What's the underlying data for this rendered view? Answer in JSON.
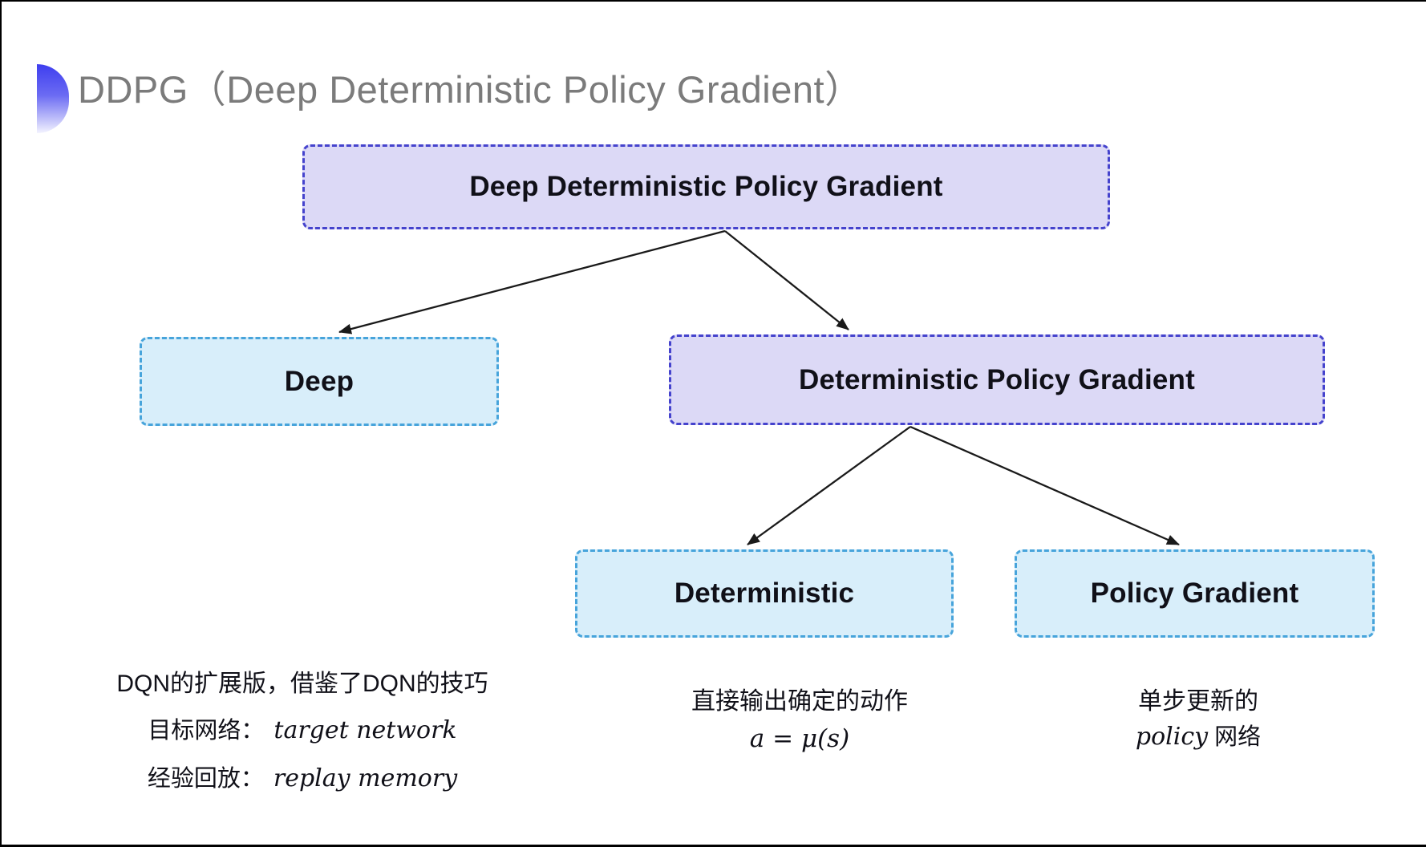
{
  "title": "DDPG（Deep Deterministic Policy Gradient）",
  "nodes": {
    "root": {
      "label": "Deep Deterministic Policy Gradient"
    },
    "deep": {
      "label": "Deep"
    },
    "dpg": {
      "label": "Deterministic Policy Gradient"
    },
    "deterministic": {
      "label": "Deterministic"
    },
    "policy_gradient": {
      "label": "Policy Gradient"
    }
  },
  "edges": [
    {
      "from": "root",
      "to": "deep"
    },
    {
      "from": "root",
      "to": "dpg"
    },
    {
      "from": "dpg",
      "to": "deterministic"
    },
    {
      "from": "dpg",
      "to": "policy_gradient"
    }
  ],
  "notes": {
    "dqn": {
      "line1": "DQN的扩展版，借鉴了DQN的技巧",
      "target_label": "目标网络：",
      "target_value": "target network",
      "replay_label": "经验回放：",
      "replay_value": "replay memory"
    },
    "deterministic": {
      "line1": "直接输出确定的动作",
      "formula": "a = μ(s)"
    },
    "policy_gradient": {
      "line1": "单步更新的",
      "word_italic": "policy",
      "word_rest": " 网络"
    }
  },
  "colors": {
    "lavender_fill": "#dcd9f6",
    "lavender_border": "#4543cd",
    "cyan_fill": "#d8eefa",
    "cyan_border": "#47a4db",
    "title_gray": "#7b7b7b",
    "ink": "#101018",
    "arrow": "#1a1a1a",
    "icon_blue": "#3e3eef",
    "frame_black": "#000000"
  }
}
